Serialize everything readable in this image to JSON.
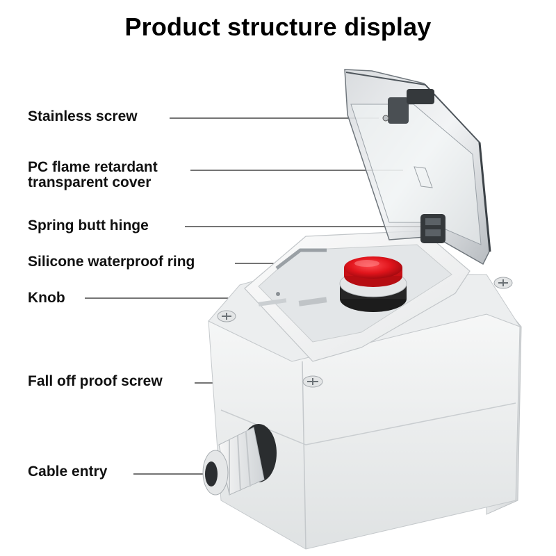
{
  "title": "Product structure display",
  "callouts": [
    {
      "key": "stainless_screw",
      "label": "Stainless screw"
    },
    {
      "key": "pc_cover",
      "label_line1": "PC flame retardant",
      "label_line2": "transparent cover"
    },
    {
      "key": "spring_hinge",
      "label": "Spring butt hinge"
    },
    {
      "key": "silicone_ring",
      "label": "Silicone waterproof ring"
    },
    {
      "key": "knob",
      "label": "Knob"
    },
    {
      "key": "fall_off_screw",
      "label": "Fall off proof screw"
    },
    {
      "key": "cable_entry",
      "label": "Cable entry"
    }
  ],
  "colors": {
    "knob_red": "#d9141b",
    "box_white": "#eef0f1",
    "line": "#222222"
  }
}
